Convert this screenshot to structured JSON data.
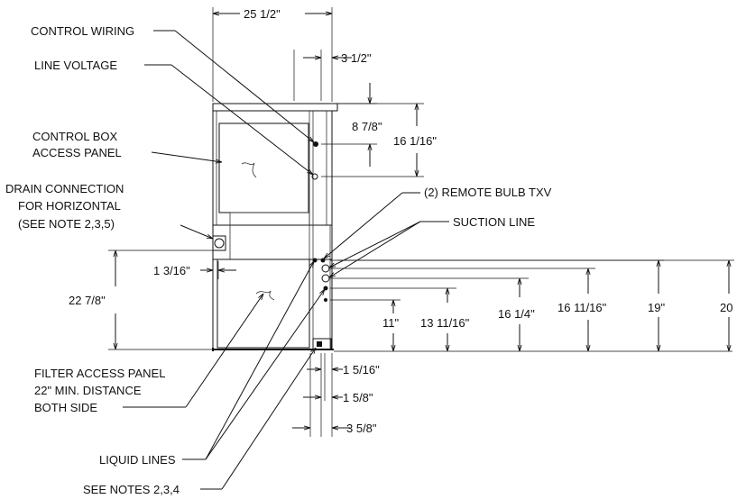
{
  "dimensions": {
    "width_top": "25 1/2\"",
    "offset_3_1_2": "3 1/2\"",
    "d_8_7_8": "8 7/8\"",
    "d_16_1_16": "16 1/16\"",
    "d_1_3_16": "1 3/16\"",
    "d_22_7_8": "22 7/8\"",
    "d_11": "11\"",
    "d_13_11_16": "13 11/16\"",
    "d_16_1_4": "16 1/4\"",
    "d_16_11_16": "16 11/16\"",
    "d_19": "19\"",
    "d_20": "20",
    "d_1_5_16": "1 5/16\"",
    "d_1_5_8": "1 5/8\"",
    "d_3_5_8": "3 5/8\""
  },
  "labels": {
    "control_wiring": "CONTROL WIRING",
    "line_voltage": "LINE VOLTAGE",
    "control_box_1": "CONTROL BOX",
    "control_box_2": "ACCESS PANEL",
    "drain_1": "DRAIN CONNECTION",
    "drain_2": "FOR HORIZONTAL",
    "drain_3": "(SEE NOTE 2,3,5)",
    "remote_bulb": "(2) REMOTE BULB TXV",
    "suction_line": "SUCTION LINE",
    "filter_1": "FILTER ACCESS PANEL",
    "filter_2": "22\" MIN. DISTANCE",
    "filter_3": "BOTH SIDE",
    "liquid_lines": "LIQUID LINES",
    "see_notes": "SEE NOTES 2,3,4"
  }
}
